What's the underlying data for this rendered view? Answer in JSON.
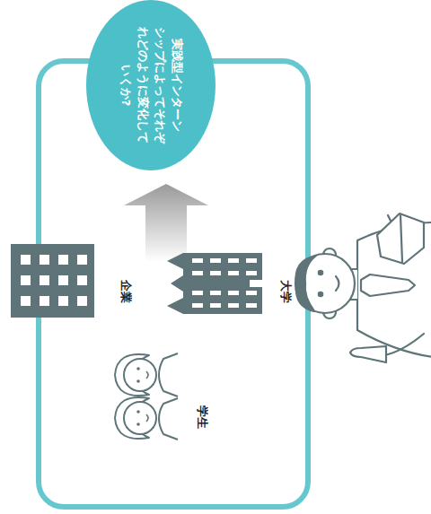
{
  "diagram": {
    "nodes": [
      {
        "text": [
          "実践型インターン シップによってそれぞ れどのように変化して いくか?"
        ]
      },
      {
        "text": [
          "企業"
        ]
      },
      {
        "text": [
          "大学"
        ]
      },
      {
        "text": [
          "学生"
        ]
      }
    ]
  }
}
